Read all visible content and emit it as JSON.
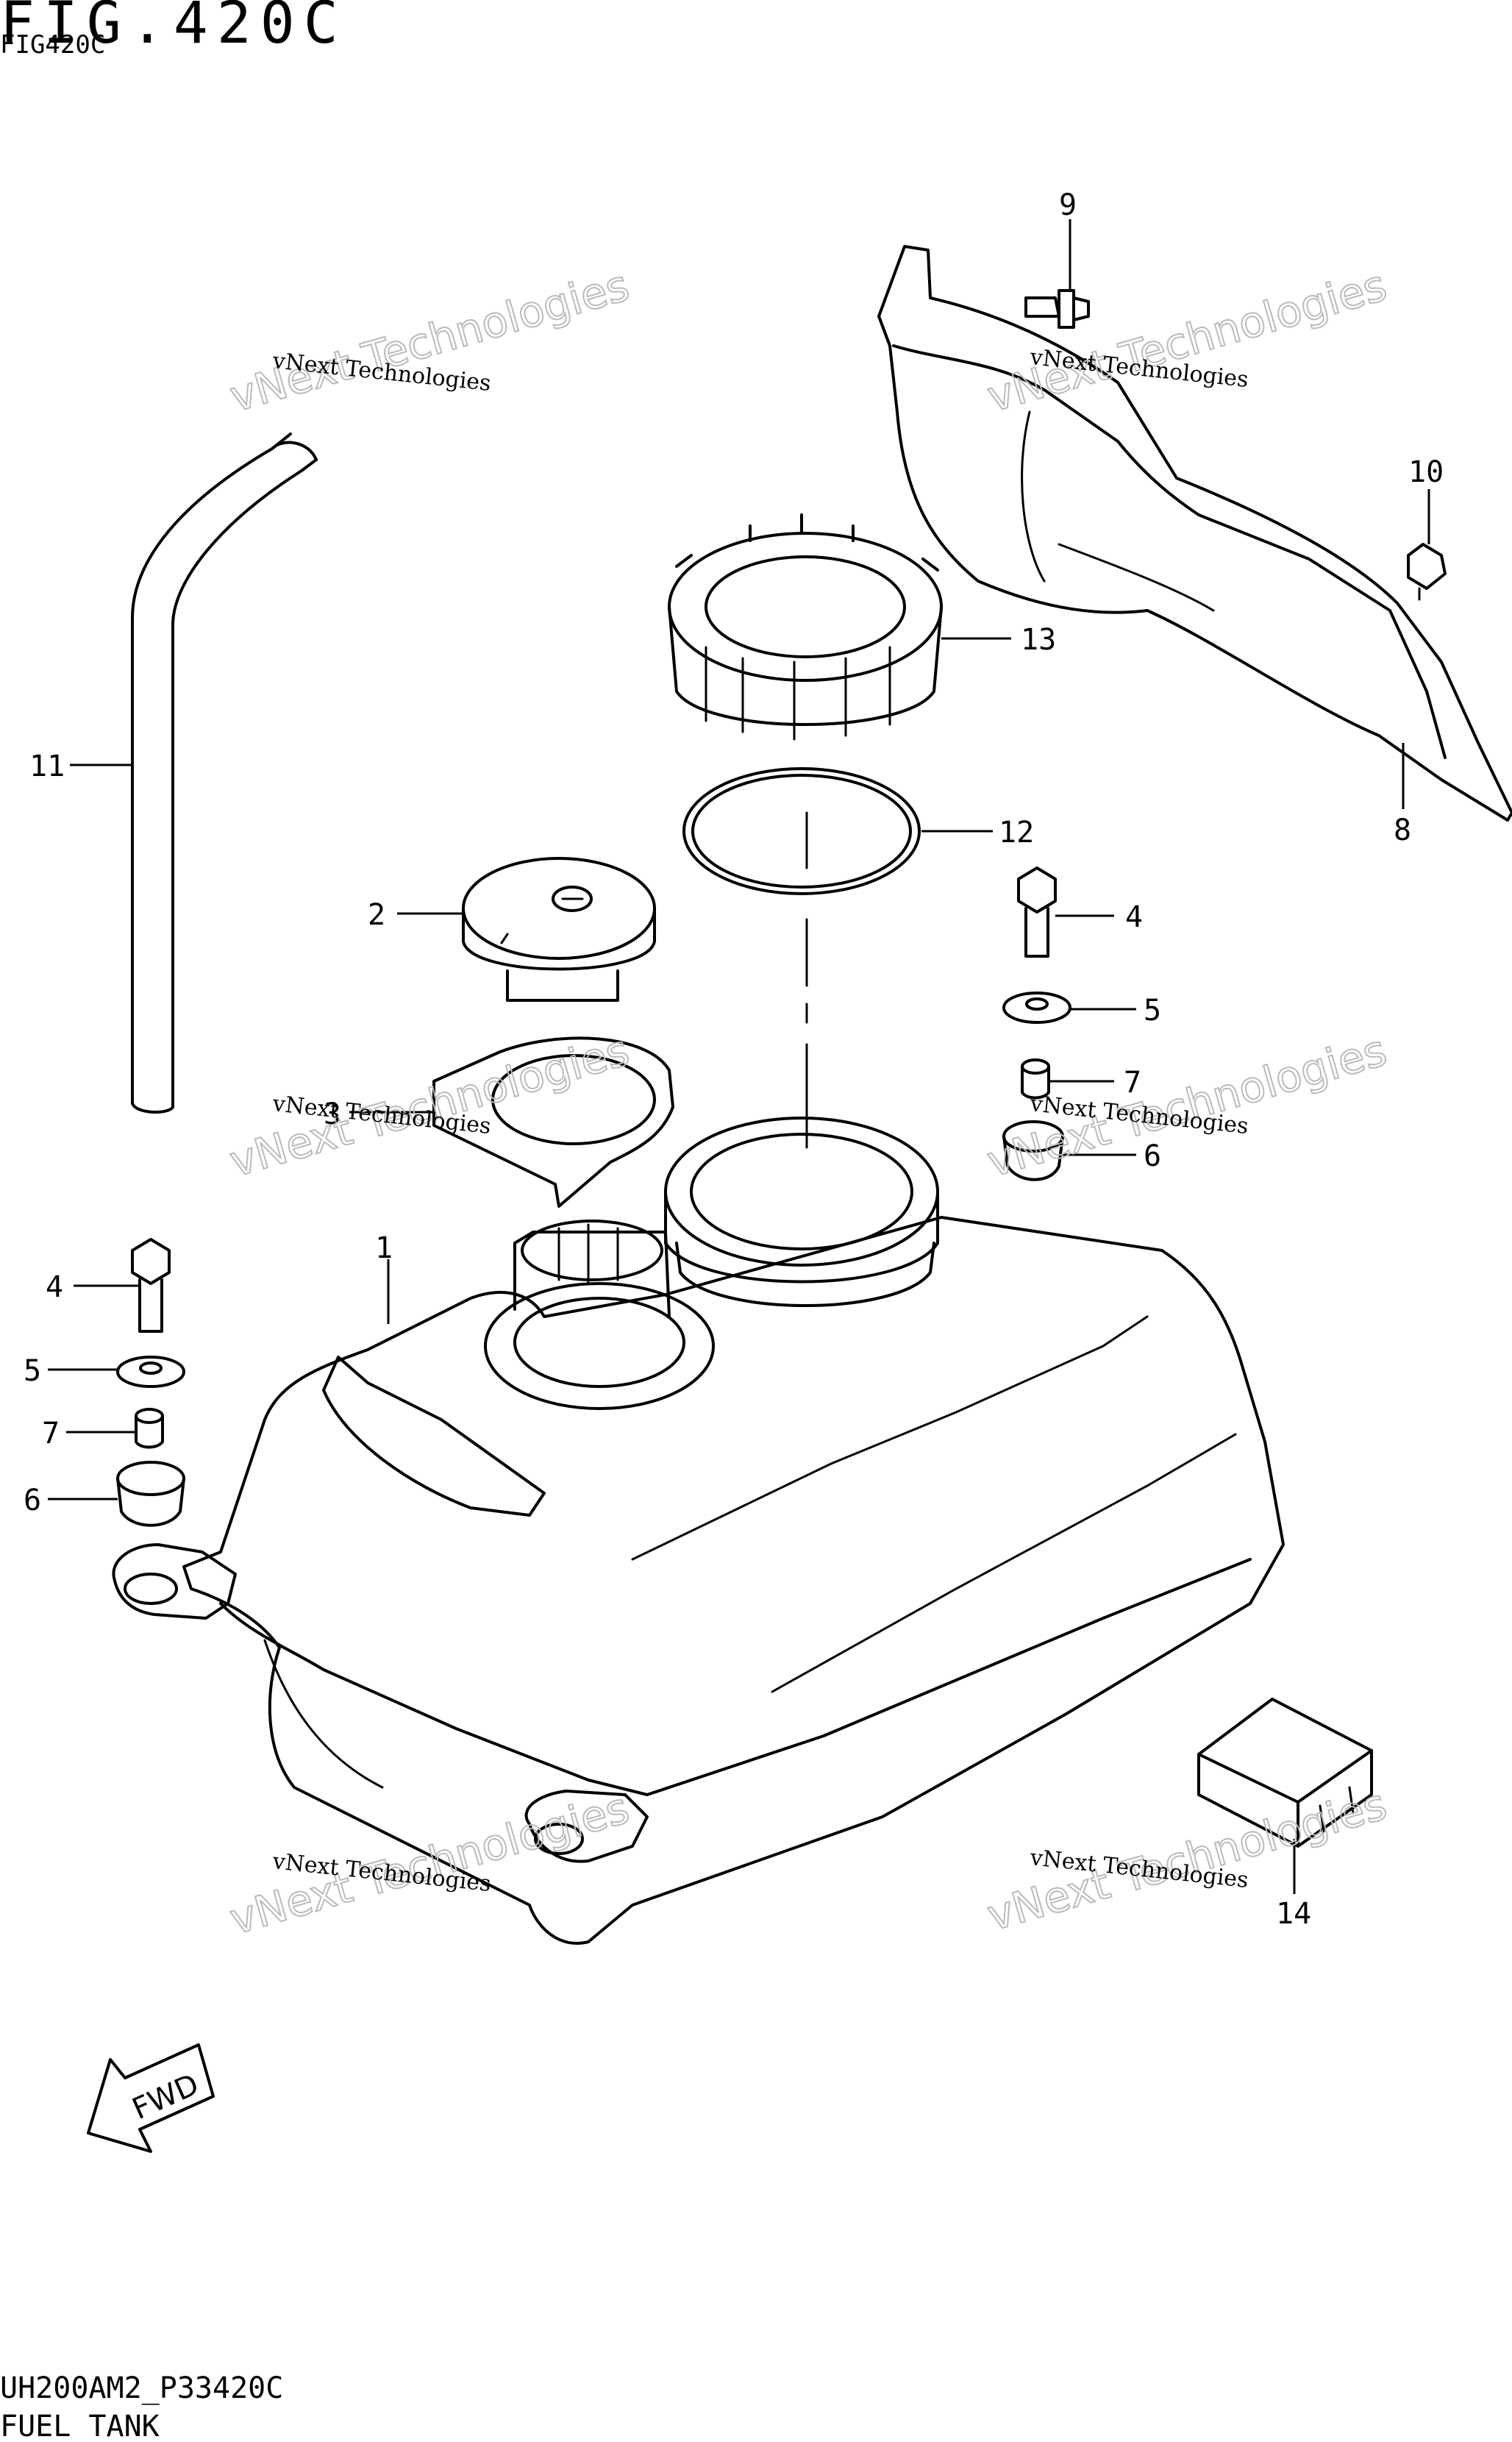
{
  "header": {
    "fig_title": "FIG.420C",
    "fig_code": "FIG420C"
  },
  "footer": {
    "drawing_code": "UH200AM2_P33420C",
    "caption": "FUEL TANK"
  },
  "fwd_arrow_label": "FWD",
  "watermark": {
    "line1": "vNext Technologies",
    "line2": "vNext Technologies"
  },
  "callouts": [
    "1",
    "2",
    "3",
    "4",
    "4",
    "5",
    "5",
    "6",
    "6",
    "7",
    "7",
    "8",
    "9",
    "10",
    "11",
    "12",
    "13",
    "14"
  ],
  "colors": {
    "ink": "#000000",
    "paper": "#ffffff",
    "watermark": "#bbbbbb"
  }
}
